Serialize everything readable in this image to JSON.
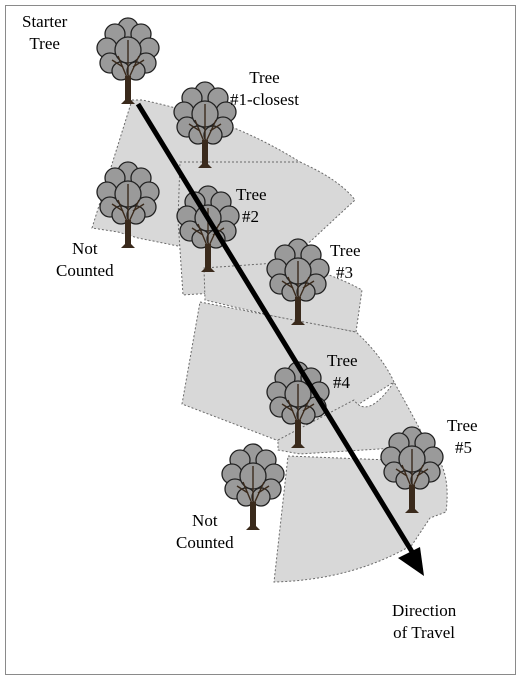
{
  "labels": {
    "starter_1": "Starter",
    "starter_2": "Tree",
    "tree1_1": "Tree",
    "tree1_2": "#1-closest",
    "tree2_1": "Tree",
    "tree2_2": "#2",
    "tree3_1": "Tree",
    "tree3_2": "#3",
    "tree4_1": "Tree",
    "tree4_2": "#4",
    "tree5_1": "Tree",
    "tree5_2": "#5",
    "notcounted_a_1": "Not",
    "notcounted_a_2": "Counted",
    "notcounted_b_1": "Not",
    "notcounted_b_2": "Counted",
    "direction_1": "Direction",
    "direction_2": "of Travel"
  },
  "colors": {
    "sector_fill": "#d8d8d8",
    "sector_edge": "#6a6a6a",
    "crown_fill": "#9a9a9a",
    "crown_edge": "#222222",
    "trunk": "#3a2a1c",
    "arrow": "#000000"
  },
  "icons": {
    "tree": "deciduous-tree-icon",
    "arrow": "direction-arrow-icon"
  }
}
